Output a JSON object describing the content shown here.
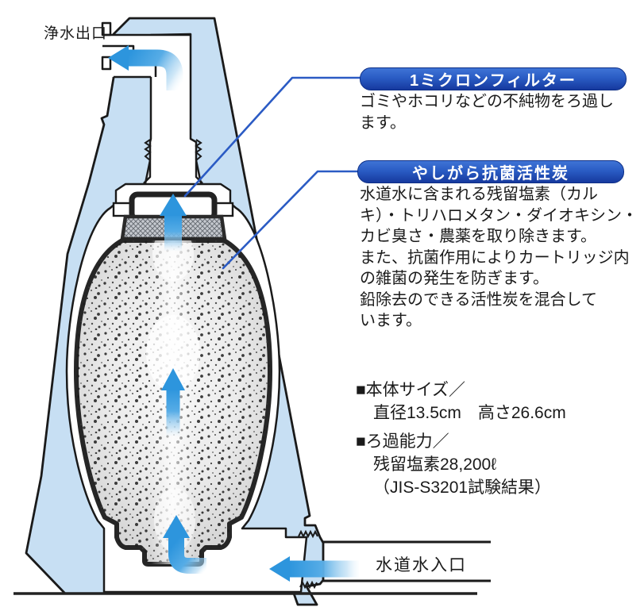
{
  "diagram": {
    "outlet_label": "浄水出口",
    "inlet_label": "水道水入口",
    "banners": [
      {
        "title": "1ミクロンフィルター",
        "desc_lines": [
          "ゴミやホコリなどの不純物をろ過し",
          "ます。"
        ]
      },
      {
        "title": "やしがら抗菌活性炭",
        "desc_lines": [
          "水道水に含まれる残留塩素（カル",
          "キ）・トリハロメタン・ダイオキシン・",
          "カビ臭さ・農薬を取り除きます。",
          "また、抗菌作用によりカートリッジ内",
          "の雑菌の発生を防ぎます。",
          "鉛除去のできる活性炭を混合して",
          "います。"
        ]
      }
    ],
    "specs": {
      "size_heading": "■本体サイズ／",
      "size_value": "直径13.5cm　高さ26.6cm",
      "capacity_heading": "■ろ過能力／",
      "capacity_value": "残留塩素28,200ℓ",
      "capacity_note": "（JIS-S3201試験結果）"
    },
    "colors": {
      "housing_blue": "#c7dff3",
      "banner_blue": "#1e4cb0",
      "leader_blue": "#2b5bc4",
      "arrow_blue": "#2d95dd",
      "outline": "#1a1a1a"
    }
  }
}
